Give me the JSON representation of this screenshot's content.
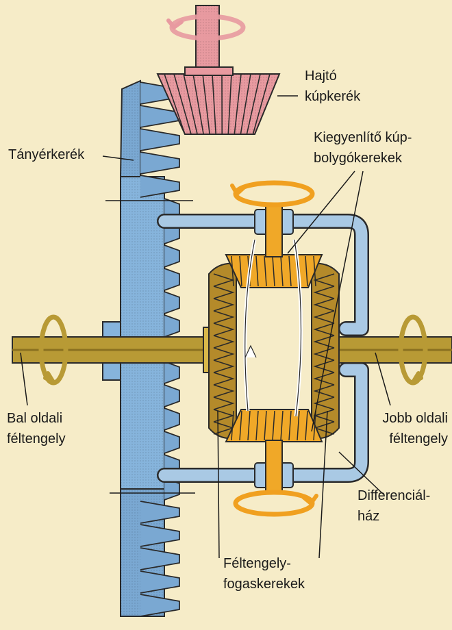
{
  "labels": {
    "drive_pinion": [
      "Hajtó",
      "kúpkerék"
    ],
    "ring_gear": "Tányérkerék",
    "planet_gears": [
      "Kiegyenlítő kúp-",
      "bolygókerekek"
    ],
    "left_half_shaft": [
      "Bal oldali",
      "féltengely"
    ],
    "right_half_shaft": [
      "Jobb oldali",
      "féltengely"
    ],
    "differential_housing": [
      "Differenciál-",
      "ház"
    ],
    "side_gears": [
      "Féltengely-",
      "fogaskerekek"
    ]
  },
  "colors": {
    "background": "#f6ecc8",
    "ring_gear": "#86b4dc",
    "housing": "#a9c9e4",
    "pinion": "#e89aa0",
    "shaft": "#b89a35",
    "side_gear": "#b48a2a",
    "planet_gear": "#f0a828",
    "rotation_arrow": "#f0a020",
    "outline": "#2a2a2a"
  },
  "icons": [
    "rotation-arrow-icon"
  ]
}
